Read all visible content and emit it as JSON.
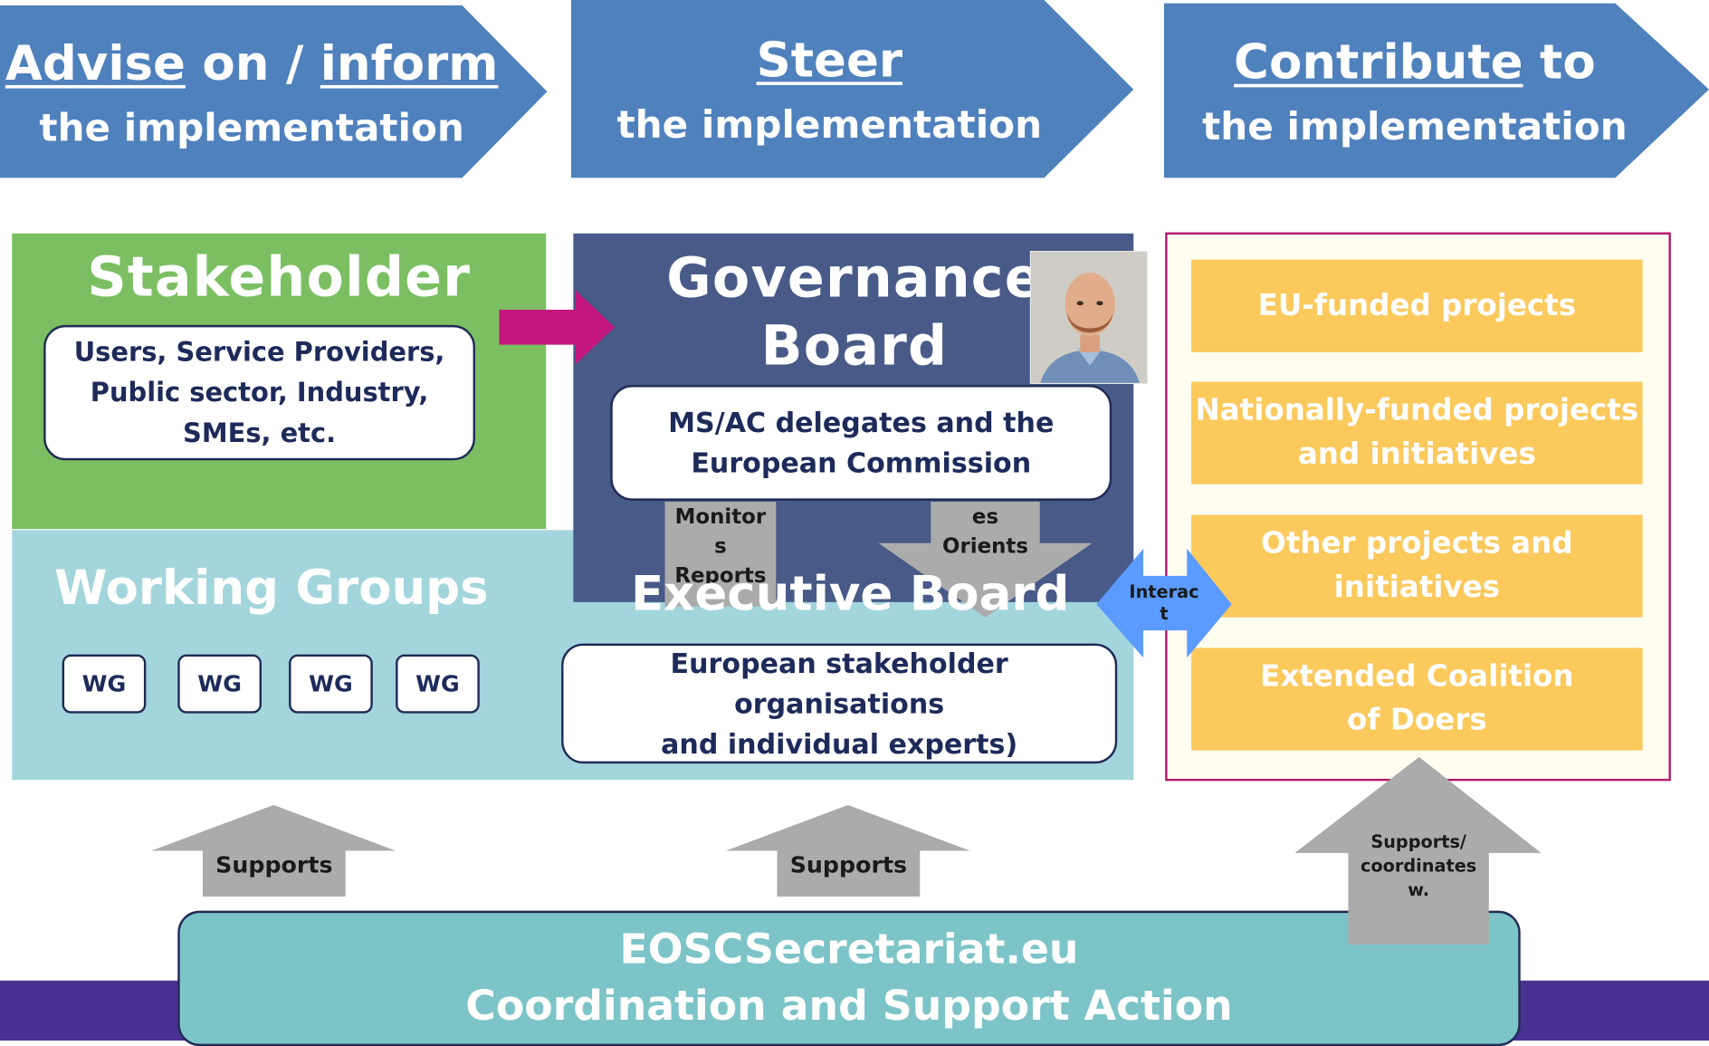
{
  "header": {
    "advise": {
      "line1_a": "Advise",
      "line1_b": " on / ",
      "line1_c": "inform",
      "line2": "the implementation"
    },
    "steer": {
      "line1": "Steer",
      "line2": "the implementation"
    },
    "contribute": {
      "line1_a": "Contribute",
      "line1_b": " to",
      "line2": "the implementation"
    }
  },
  "stakeholder": {
    "title": "Stakeholder",
    "members": [
      "Users, Service Providers,",
      "Public sector, Industry,",
      "SMEs, etc."
    ]
  },
  "governance": {
    "title_1": "Governance",
    "title_2": "Board",
    "members": [
      "MS/AC delegates and the",
      "European Commission"
    ]
  },
  "working_groups": {
    "title": "Working Groups",
    "wg_labels": [
      "WG",
      "WG",
      "WG",
      "WG"
    ]
  },
  "executive": {
    "title": "Executive Board",
    "members": [
      "European stakeholder organisations",
      "and individual experts)"
    ]
  },
  "arrows": {
    "monitors_reports": [
      "Monitor",
      "s",
      "Reports"
    ],
    "orientates": [
      "es",
      "Orients"
    ],
    "interact": [
      "Interac",
      "t"
    ],
    "supports_1": "Supports",
    "supports_2": "Supports",
    "supports_coordinates": [
      "Supports/",
      "coordinates",
      "w."
    ]
  },
  "contributors": {
    "items": [
      {
        "lines": [
          "EU-funded projects"
        ]
      },
      {
        "lines": [
          "Nationally-funded projects",
          "and initiatives"
        ]
      },
      {
        "lines": [
          "Other projects and",
          "initiatives"
        ]
      },
      {
        "lines": [
          "Extended Coalition",
          "of Doers"
        ]
      }
    ]
  },
  "secretariat": {
    "line1": "EOSCSecretariat.eu",
    "line2": "Coordination and Support Action"
  },
  "colors": {
    "chevron_blue": "#4f81bd",
    "stakeholder_green": "#7bbf62",
    "governance_navy": "#485a87",
    "wg_lightblue": "#a3d5dc",
    "contributor_yellow": "#fbc95c",
    "contributor_border": "#b11a6a",
    "magenta_arrow": "#c3177d",
    "interact_blue": "#5b9bff",
    "support_gray": "#ababab",
    "secretariat_teal": "#7cc4c8",
    "footer_purple": "#483191"
  }
}
